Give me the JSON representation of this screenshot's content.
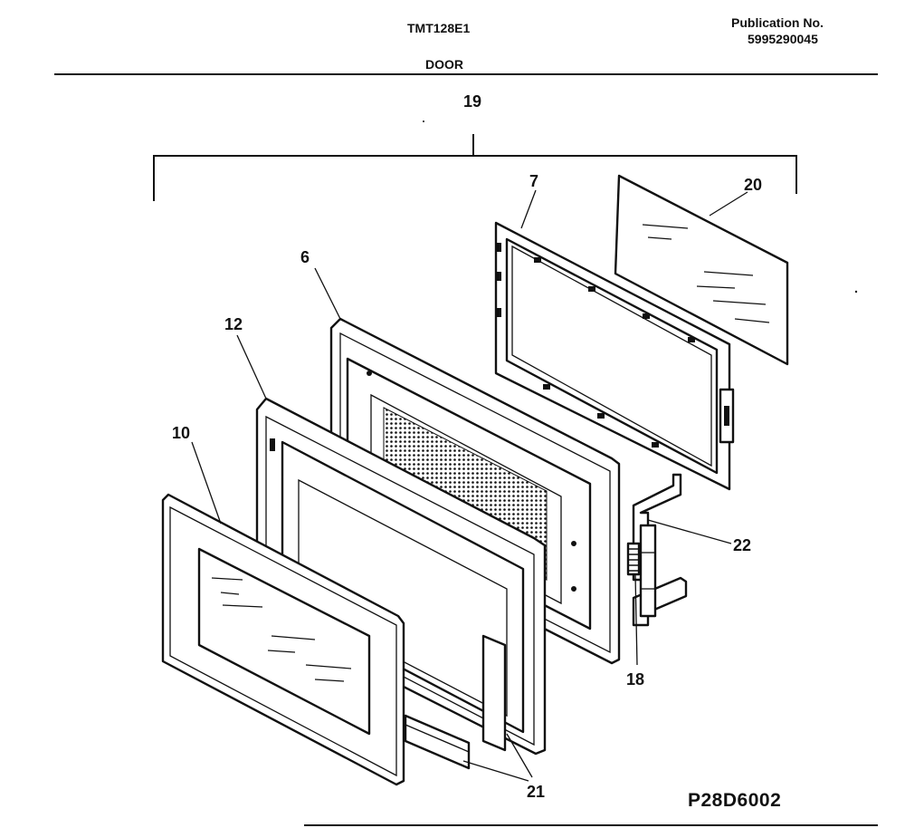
{
  "header": {
    "model": "TMT128E1",
    "publication_label": "Publication No.",
    "publication_number": "5995290045",
    "section": "DOOR"
  },
  "callouts": {
    "c19": "19",
    "c20": "20",
    "c7": "7",
    "c6": "6",
    "c12": "12",
    "c10": "10",
    "c22": "22",
    "c18": "18",
    "c21": "21"
  },
  "footer": {
    "diagram_code": "P28D6002"
  }
}
